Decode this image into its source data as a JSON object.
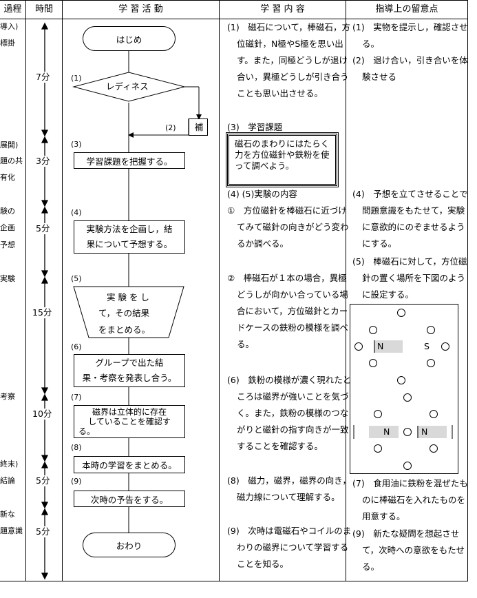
{
  "header": {
    "stage": "過程",
    "time": "時間",
    "activity": "学 習 活 動",
    "content": "学 習 内 容",
    "notes": "指導上の留意点"
  },
  "stages": [
    {
      "text": "導入)"
    },
    {
      "text": "標掛"
    },
    {
      "text": "展開)"
    },
    {
      "text": "題の共"
    },
    {
      "text": "有化"
    },
    {
      "text": "験の"
    },
    {
      "text": "企画"
    },
    {
      "text": "予想"
    },
    {
      "text": "実験"
    },
    {
      "text": "考察"
    },
    {
      "text": "終末)"
    },
    {
      "text": "結論"
    },
    {
      "text": "新な"
    },
    {
      "text": "題意識"
    }
  ],
  "times": [
    "7分",
    "3分",
    "5分",
    "15分",
    "10分",
    "5分",
    "5分"
  ],
  "flow": {
    "start": "はじめ",
    "readiness": "レディネス",
    "hojo": "補",
    "n1": "(1)",
    "n2": "(2)",
    "n3": "(3)",
    "n4": "(4)",
    "n5": "(5)",
    "n6": "(6)",
    "n7": "(7)",
    "n8": "(8)",
    "n9": "(9)",
    "grasp": "学習課題を把握する。",
    "plan1": "実験方法を企画し，結",
    "plan2": "果について予想する。",
    "exp1": "実 験 を し",
    "exp2": "て，その結果",
    "exp3": "をまとめる。",
    "present1": "グループで出た結",
    "present2": "果・考察を発表し合う。",
    "confirm1": "磁界は立体的に存在",
    "confirm2": "していることを確認す",
    "confirm3": "る。",
    "summary": "本時の学習をまとめる。",
    "preview": "次時の予告をする。",
    "end": "おわり"
  },
  "content": {
    "c1": "(1)　磁石について，棒磁石，方位磁針，N極やS極を思い出す。また，同極どうしが退け合い，異極どうしが引き合うことも思い出させる。",
    "c3": "(3)　学習課題",
    "kadai": "磁石のまわりにはたらく力を方位磁針や鉄粉を使って調べよう。",
    "c45": "(4) (5)実験の内容",
    "c45a": "①　方位磁針を棒磁石に近づけてみて磁針の向きがどう変わるか調べる。",
    "c45b": "②　棒磁石が１本の場合，異極どうしが向かい合っている場合において，方位磁針とカードケースの鉄粉の模様を調べる。",
    "c6": "(6)　鉄粉の模様が濃く現れたところは磁界が強いことを気づく。また，鉄粉の模様のつながりと磁針の指す向きが一致することを確認する。",
    "c8": "(8)　磁力，磁界，磁界の向き，磁力線について理解する。",
    "c9": "(9)　次時は電磁石やコイルのまわりの磁界について学習することを知る。"
  },
  "notes": {
    "n1": "(1)　実物を提示し，確認させる。",
    "n2": "(2)　退け合い，引き合いを体験させる",
    "n4": "(4)　予想を立てさせることで問題意識をもたせて，実験に意欲的にのぞませるようにする。",
    "n5": "(5)　棒磁石に対して，方位磁針の置く場所を下図のように設定する。",
    "n7": "(7)　食用油に鉄粉を混ぜたものに棒磁石を入れたものを用意する。",
    "n9": "(9)　新たな疑問を想起させて，次時への意欲をもたせる。"
  },
  "diagram": {
    "n": "N",
    "s": "S"
  }
}
